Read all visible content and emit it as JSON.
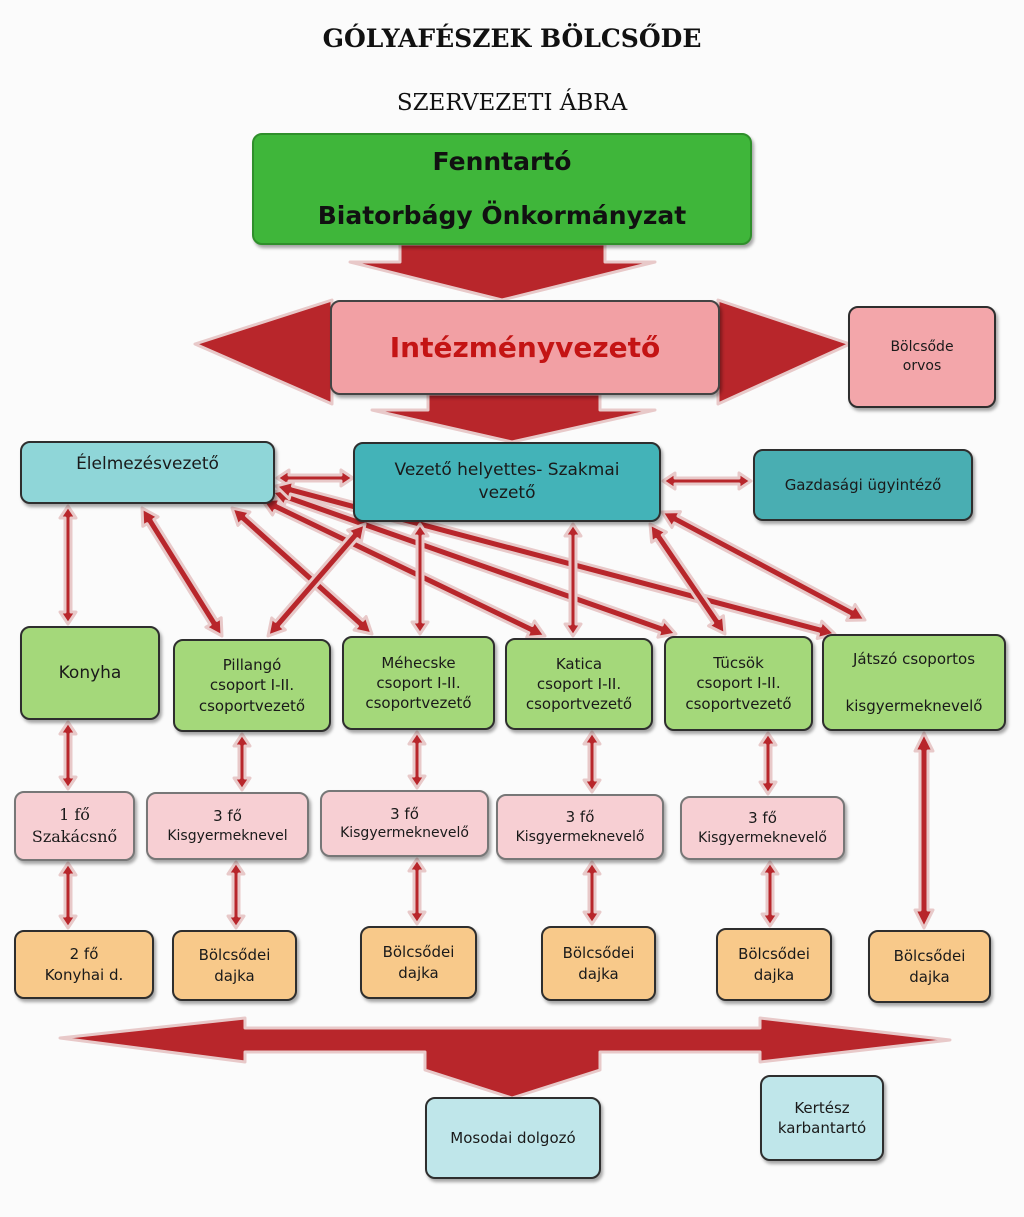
{
  "title": "GÓLYAFÉSZEK BÖLCSŐDE",
  "subtitle": "SZERVEZETI ÁBRA",
  "boxes": {
    "fenntarto": {
      "line1": "Fenntartó",
      "line2": "Biatorbágy Önkormányzat"
    },
    "intezmenyvezeto": {
      "line1": "Intézményvezető"
    },
    "orvos": {
      "line1": "Bölcsőde",
      "line2": "orvos"
    },
    "elelmezes": {
      "line1": "Élelmezésvezető"
    },
    "helyettes": {
      "line1": "Vezető helyettes- Szakmai",
      "line2": "vezető"
    },
    "gazdasagi": {
      "line1": "Gazdasági ügyintéző"
    },
    "konyha": {
      "line1": "Konyha"
    },
    "pillango": {
      "line1": "Pillangó",
      "line2": "csoport I-II.",
      "line3": "csoportvezető"
    },
    "mehecske": {
      "line1": "Méhecske",
      "line2": "csoport I-II.",
      "line3": "csoportvezető"
    },
    "katica": {
      "line1": "Katica",
      "line2": "csoport I-II.",
      "line3": "csoportvezető"
    },
    "tucsok": {
      "line1": "Tücsök",
      "line2": "csoport I-II.",
      "line3": "csoportvezető"
    },
    "jatszo": {
      "line1": "Játszó csoportos",
      "line2": "kisgyermeknevelő"
    },
    "szakacs": {
      "line1": "1 fő",
      "line2": "Szakácsnő"
    },
    "kisgy1": {
      "line1": "3 fő",
      "line2": "Kisgyermeknevel"
    },
    "kisgy2": {
      "line1": "3 fő",
      "line2": "Kisgyermeknevelő"
    },
    "kisgy3": {
      "line1": "3 fő",
      "line2": "Kisgyermeknevelő"
    },
    "kisgy4": {
      "line1": "3 fő",
      "line2": "Kisgyermeknevelő"
    },
    "konyhai": {
      "line1": "2 fő",
      "line2": "Konyhai d."
    },
    "dajka1": {
      "line1": "Bölcsődei",
      "line2": "dajka"
    },
    "dajka2": {
      "line1": "Bölcsődei",
      "line2": "dajka"
    },
    "dajka3": {
      "line1": "Bölcsődei",
      "line2": "dajka"
    },
    "dajka4": {
      "line1": "Bölcsődei",
      "line2": "dajka"
    },
    "dajka5": {
      "line1": "Bölcsődei",
      "line2": "dajka"
    },
    "mosodai": {
      "line1": "Mosodai dolgozó"
    },
    "kertesz": {
      "line1": "Kertész",
      "line2": "karbantartó"
    }
  },
  "colors": {
    "arrow_fill": "#b8262b",
    "arrow_edge": "#e8c9c9",
    "green": "#3fb63a",
    "pink": "#f2a0a4",
    "teal": "#43b3b8",
    "light_green": "#a4d87a",
    "orange": "#f8c98a"
  }
}
